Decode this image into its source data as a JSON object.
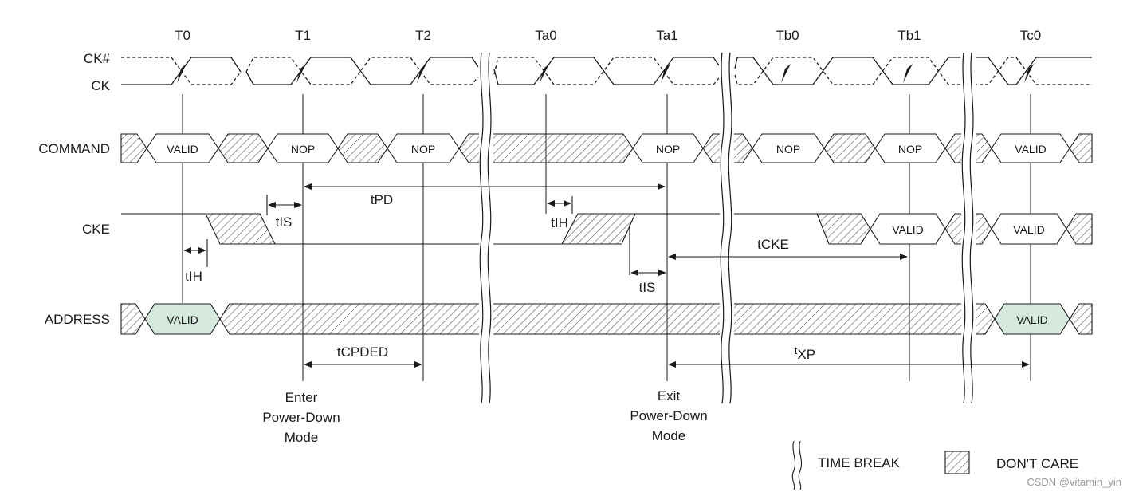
{
  "time_labels": [
    "T0",
    "T1",
    "T2",
    "Ta0",
    "Ta1",
    "Tb0",
    "Tb1",
    "Tc0"
  ],
  "signals": {
    "ck_n": "CK#",
    "ck": "CK",
    "command": "COMMAND",
    "cke": "CKE",
    "address": "ADDRESS"
  },
  "command_cells": [
    "VALID",
    "NOP",
    "NOP",
    "NOP",
    "NOP",
    "NOP",
    "VALID"
  ],
  "cke_cells": [
    "VALID",
    "VALID"
  ],
  "address_cells": [
    "VALID",
    "VALID"
  ],
  "timing": {
    "tpd": "tPD",
    "tis_1": "tIS",
    "tih_1": "tIH",
    "tih_2": "tIH",
    "tis_2": "tIS",
    "tcke": "tCKE",
    "tcpded": "tCPDED",
    "txp_prefix": "t",
    "txp_sub": "XP"
  },
  "annotations": {
    "enter": [
      "Enter",
      "Power-Down",
      "Mode"
    ],
    "exit": [
      "Exit",
      "Power-Down",
      "Mode"
    ]
  },
  "legend": {
    "time_break": "TIME BREAK",
    "dont_care": "DON'T CARE"
  },
  "colors": {
    "line": "#1a1a1a",
    "valid_fill_green": "#d5e9df",
    "hatch": "#555555"
  },
  "watermark": "CSDN @vitamin_yin"
}
